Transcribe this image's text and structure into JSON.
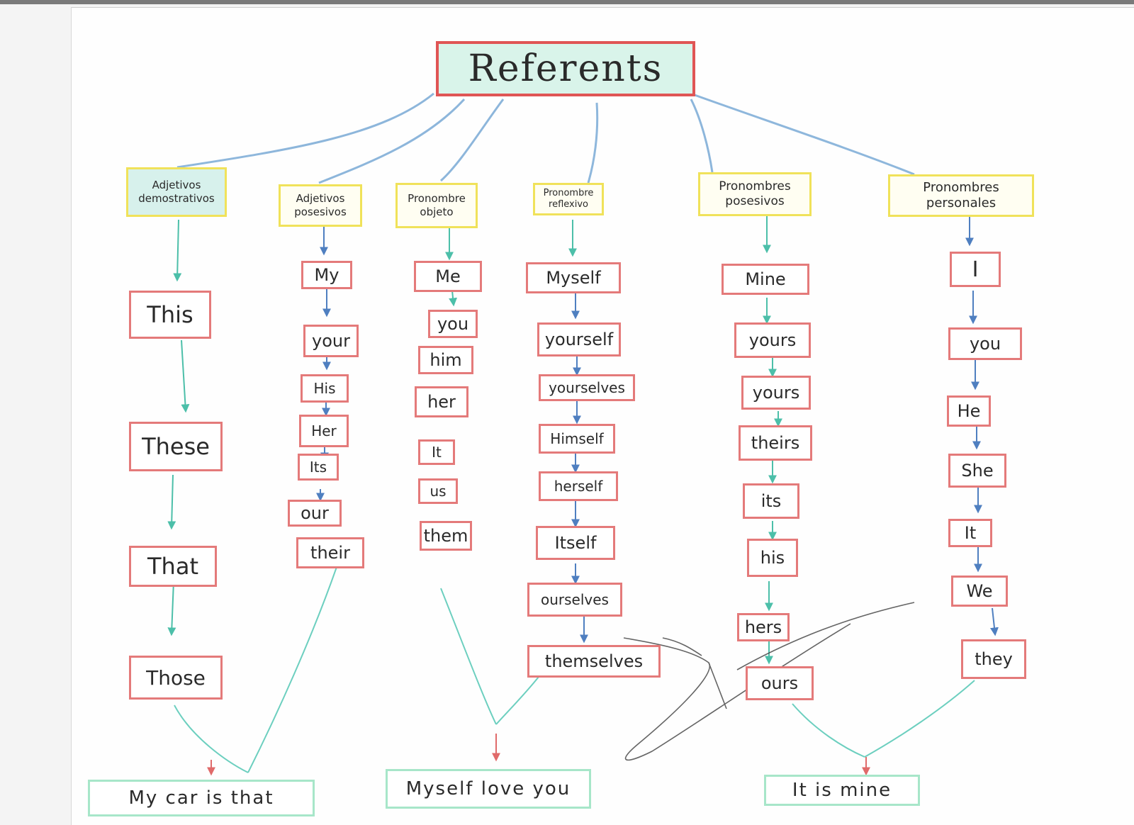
{
  "title": "Referents",
  "categories": [
    {
      "label": "Adjetivos demostrativos",
      "items": [
        "This",
        "These",
        "That",
        "Those"
      ]
    },
    {
      "label": "Adjetivos posesivos",
      "items": [
        "My",
        "your",
        "His",
        "Her",
        "Its",
        "our",
        "their"
      ]
    },
    {
      "label": "Pronombre objeto",
      "items": [
        "Me",
        "you",
        "him",
        "her",
        "It",
        "us",
        "them"
      ]
    },
    {
      "label": "Pronombre reflexivo",
      "items": [
        "Myself",
        "yourself",
        "yourselves",
        "Himself",
        "herself",
        "Itself",
        "ourselves",
        "themselves"
      ]
    },
    {
      "label": "Pronombres posesivos",
      "items": [
        "Mine",
        "yours",
        "yours",
        "theirs",
        "its",
        "his",
        "hers",
        "ours"
      ]
    },
    {
      "label": "Pronombres personales",
      "items": [
        "I",
        "you",
        "He",
        "She",
        "It",
        "We",
        "they"
      ]
    }
  ],
  "results": [
    "My car is that",
    "Myself love you",
    "It is mine"
  ],
  "colors": {
    "title_border": "#e05555",
    "title_fill": "#d9f4ea",
    "category_border": "#f0e25a",
    "item_border": "#e47a7a",
    "result_border": "#a7e6c9",
    "blue_link": "#6f9fd0",
    "teal_link": "#5ccab8"
  }
}
